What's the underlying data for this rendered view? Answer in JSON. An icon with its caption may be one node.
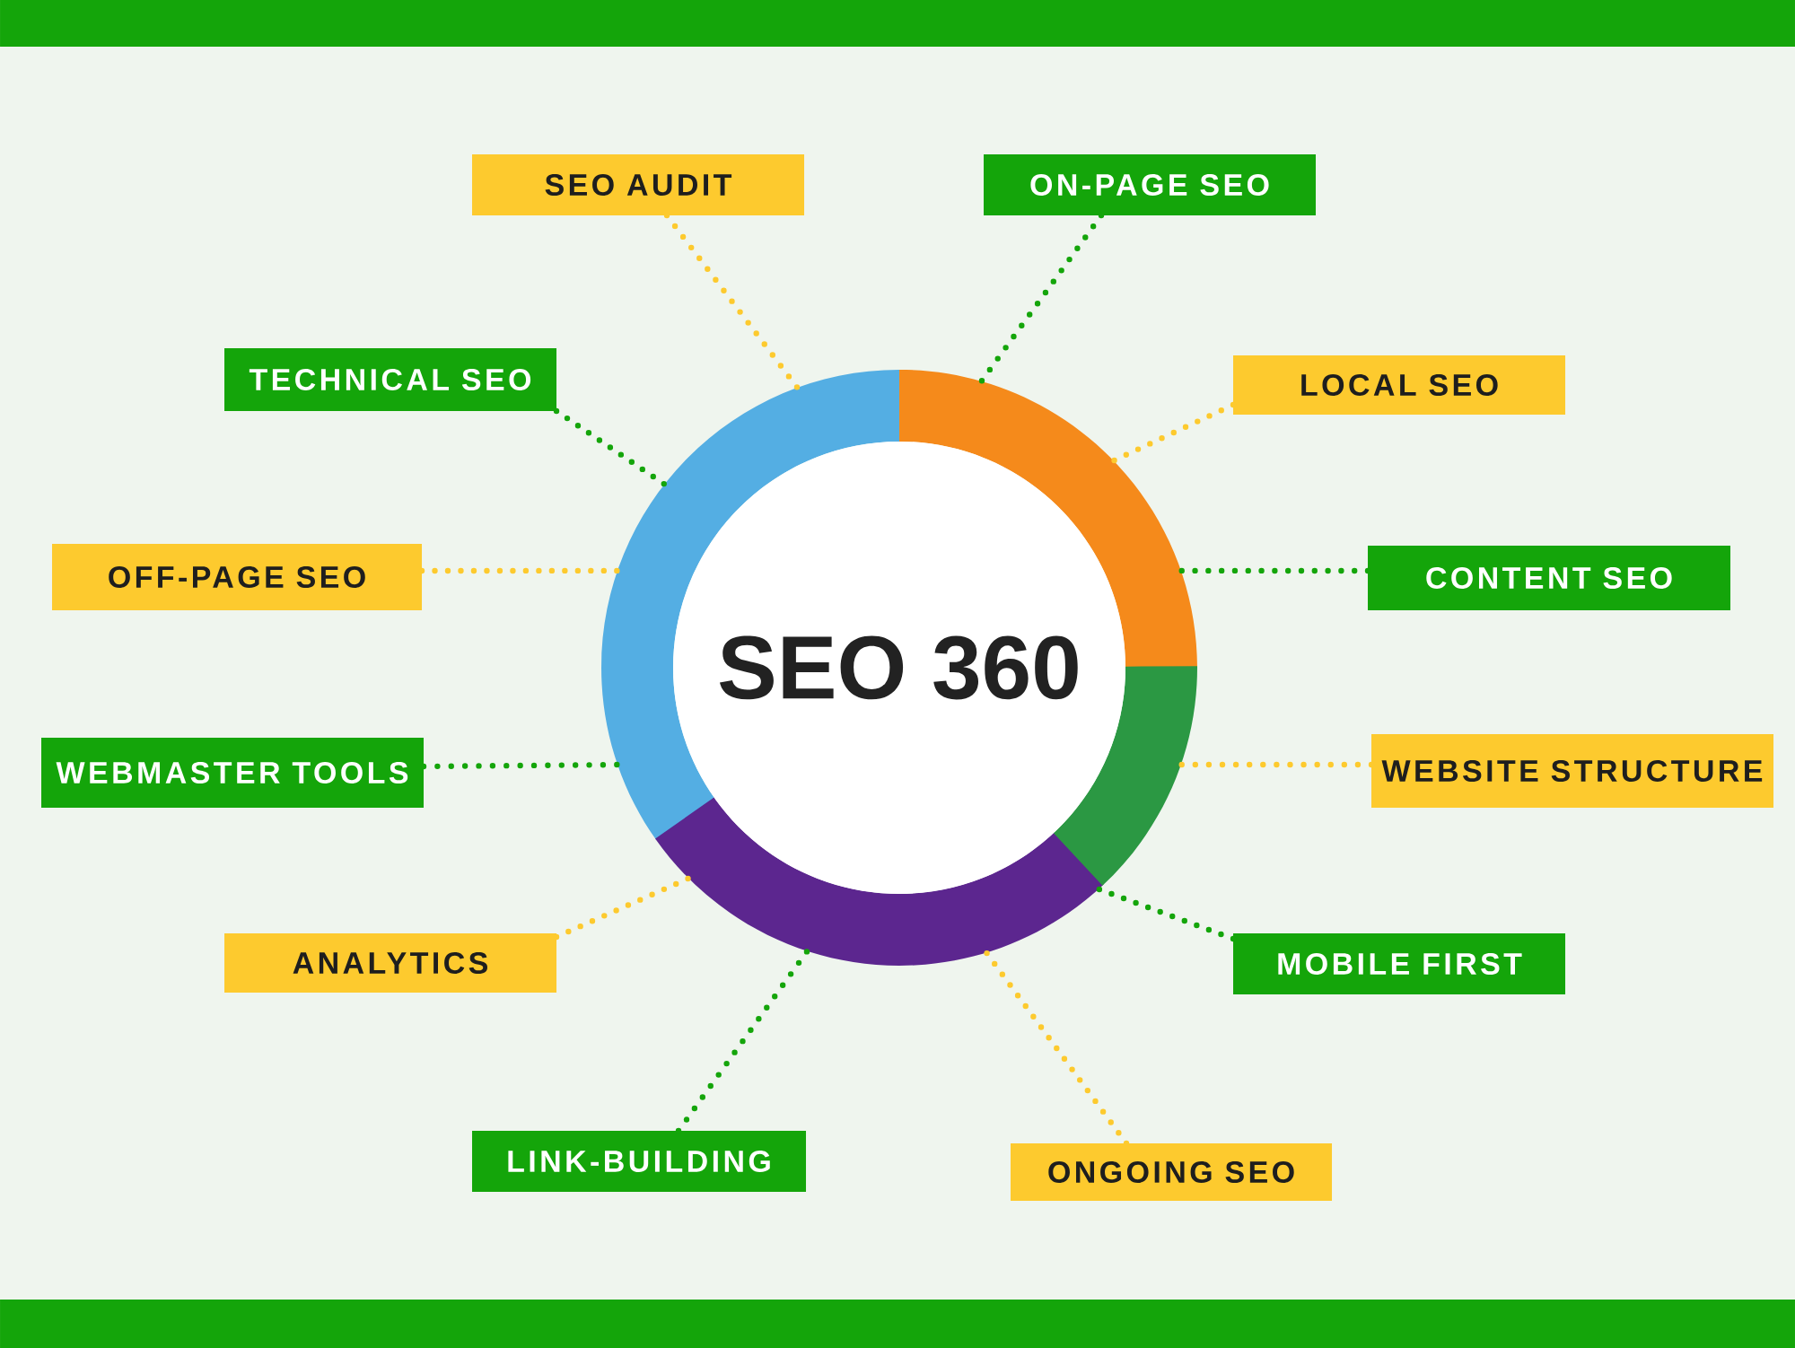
{
  "diagram": {
    "nodes": [
      {
        "text": [
          "SEO 360"
        ]
      },
      {
        "text": [
          "SEO AUDIT"
        ]
      },
      {
        "text": [
          "ON-PAGE SEO"
        ]
      },
      {
        "text": [
          "TECHNICAL SEO"
        ]
      },
      {
        "text": [
          "LOCAL SEO"
        ]
      },
      {
        "text": [
          "OFF-PAGE SEO"
        ]
      },
      {
        "text": [
          "CONTENT SEO"
        ]
      },
      {
        "text": [
          "WEBMASTER TOOLS"
        ]
      },
      {
        "text": [
          "WEBSITE STRUCTURE"
        ]
      },
      {
        "text": [
          "ANALYTICS"
        ]
      },
      {
        "text": [
          "MOBILE FIRST"
        ]
      },
      {
        "text": [
          "LINK-BUILDING"
        ]
      },
      {
        "text": [
          "ONGOING SEO"
        ]
      }
    ],
    "edges": [
      {
        "from": 1,
        "to": 0,
        "arrow": "none",
        "color": "#fdca2e"
      },
      {
        "from": 2,
        "to": 0,
        "arrow": "none",
        "color": "#14a50a"
      },
      {
        "from": 3,
        "to": 0,
        "arrow": "none",
        "color": "#14a50a"
      },
      {
        "from": 4,
        "to": 0,
        "arrow": "none",
        "color": "#fdca2e"
      },
      {
        "from": 5,
        "to": 0,
        "arrow": "none",
        "color": "#fdca2e"
      },
      {
        "from": 6,
        "to": 0,
        "arrow": "none",
        "color": "#14a50a"
      },
      {
        "from": 7,
        "to": 0,
        "arrow": "none",
        "color": "#14a50a"
      },
      {
        "from": 8,
        "to": 0,
        "arrow": "none",
        "color": "#fdca2e"
      },
      {
        "from": 9,
        "to": 0,
        "arrow": "none",
        "color": "#fdca2e"
      },
      {
        "from": 10,
        "to": 0,
        "arrow": "none",
        "color": "#14a50a"
      },
      {
        "from": 11,
        "to": 0,
        "arrow": "none",
        "color": "#14a50a"
      },
      {
        "from": 12,
        "to": 0,
        "arrow": "none",
        "color": "#fdca2e"
      }
    ]
  }
}
